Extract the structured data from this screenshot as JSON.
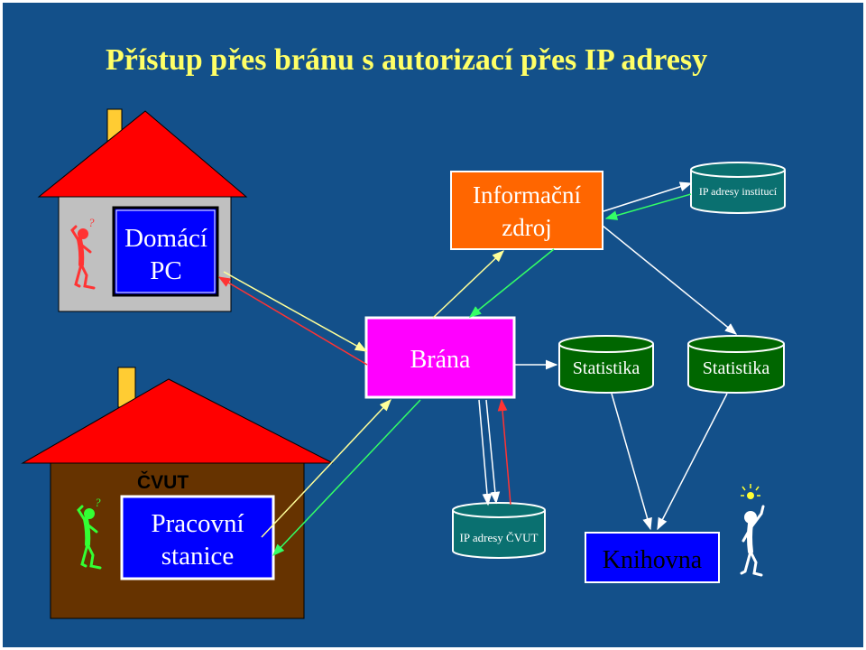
{
  "slide": {
    "title": "Přístup přes bránu s autorizací přes IP adresy",
    "colors": {
      "background": "#13508a",
      "roof": "#ff0000",
      "home_wall": "#c0c0c0",
      "cvut_wall": "#663300",
      "pc_box": "#0000ff",
      "info_box": "#ff6600",
      "gate_box": "#ff00ff",
      "cylinder_teal": "#0a7070",
      "cylinder_green": "#006600",
      "library_box": "#0000ff"
    }
  },
  "nodes": {
    "home_pc": {
      "line1": "Domácí",
      "line2": "PC"
    },
    "info_source": {
      "line1": "Informační",
      "line2": "zdroj"
    },
    "ip_institutions": {
      "label": "IP adresy institucí"
    },
    "gate": {
      "label": "Brána"
    },
    "stats_1": {
      "label": "Statistika"
    },
    "stats_2": {
      "label": "Statistika"
    },
    "cvut_label": {
      "label": "ČVUT"
    },
    "workstation": {
      "line1": "Pracovní",
      "line2": "stanice"
    },
    "ip_cvut": {
      "label": "IP adresy ČVUT"
    },
    "library": {
      "label": "Knihovna"
    }
  },
  "icons": [
    "question-mark-icon",
    "question-mark-icon",
    "lightbulb-icon"
  ]
}
